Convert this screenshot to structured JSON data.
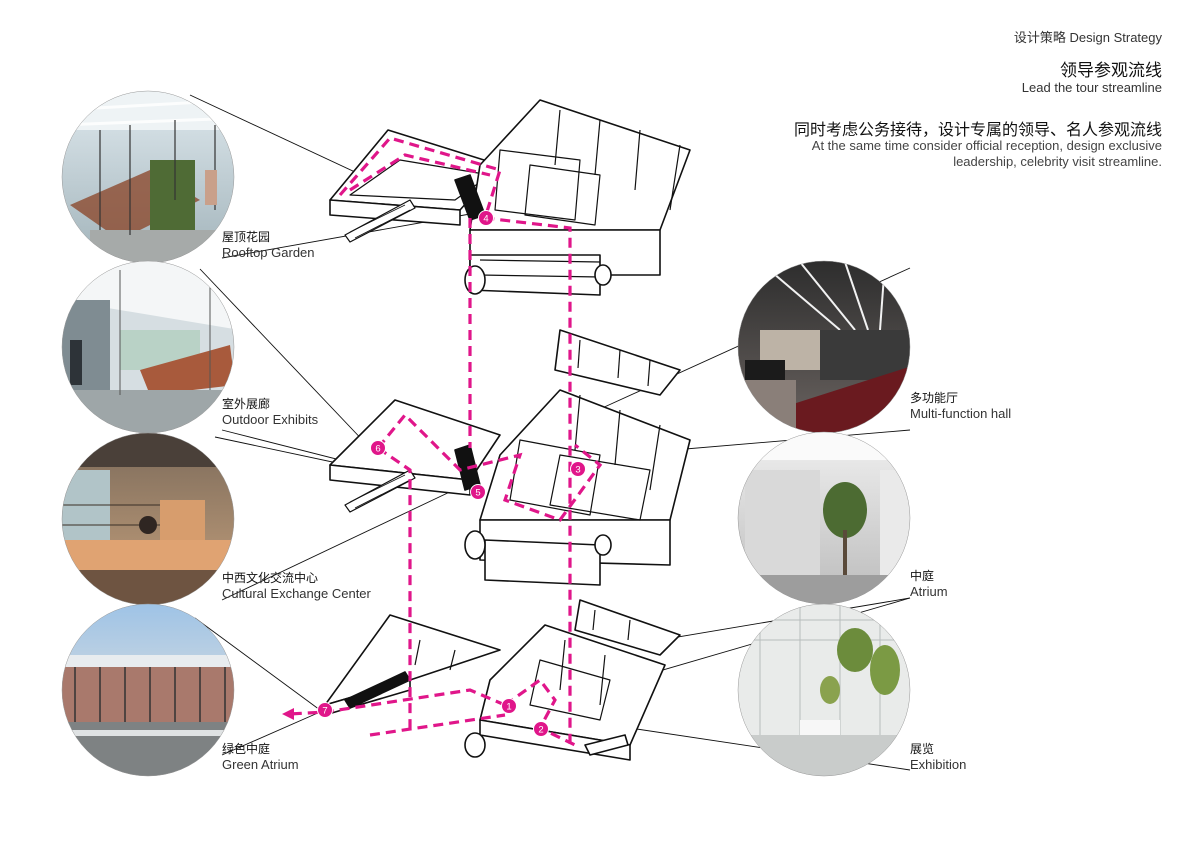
{
  "header": {
    "subtitle": "设计策略 Design Strategy",
    "title_cn": "领导参观流线",
    "title_en": "Lead the tour streamline",
    "desc_cn": "同时考虑公务接待，设计专属的领导、名人参观流线",
    "desc_en_line1": "At the same time consider official reception, design exclusive",
    "desc_en_line2": "leadership, celebrity visit streamline."
  },
  "spaces": [
    {
      "id": "rooftop",
      "cn": "屋顶花园",
      "en": "Rooftop Garden"
    },
    {
      "id": "outdoor",
      "cn": "室外展廊",
      "en": "Outdoor Exhibits"
    },
    {
      "id": "cultural",
      "cn": "中西文化交流中心",
      "en": "Cultural Exchange Center"
    },
    {
      "id": "green",
      "cn": "绿色中庭",
      "en": "Green Atrium"
    },
    {
      "id": "multi",
      "cn": "多功能厅",
      "en": "Multi-function hall"
    },
    {
      "id": "atrium",
      "cn": "中庭",
      "en": "Atrium"
    },
    {
      "id": "exhibition",
      "cn": "展览",
      "en": "Exhibition"
    }
  ],
  "route": {
    "color": "#e0168a",
    "markers": [
      "1",
      "2",
      "3",
      "4",
      "5",
      "6",
      "7"
    ]
  },
  "colors": {
    "line": "#111111",
    "route": "#e0168a",
    "text": "#222222"
  }
}
